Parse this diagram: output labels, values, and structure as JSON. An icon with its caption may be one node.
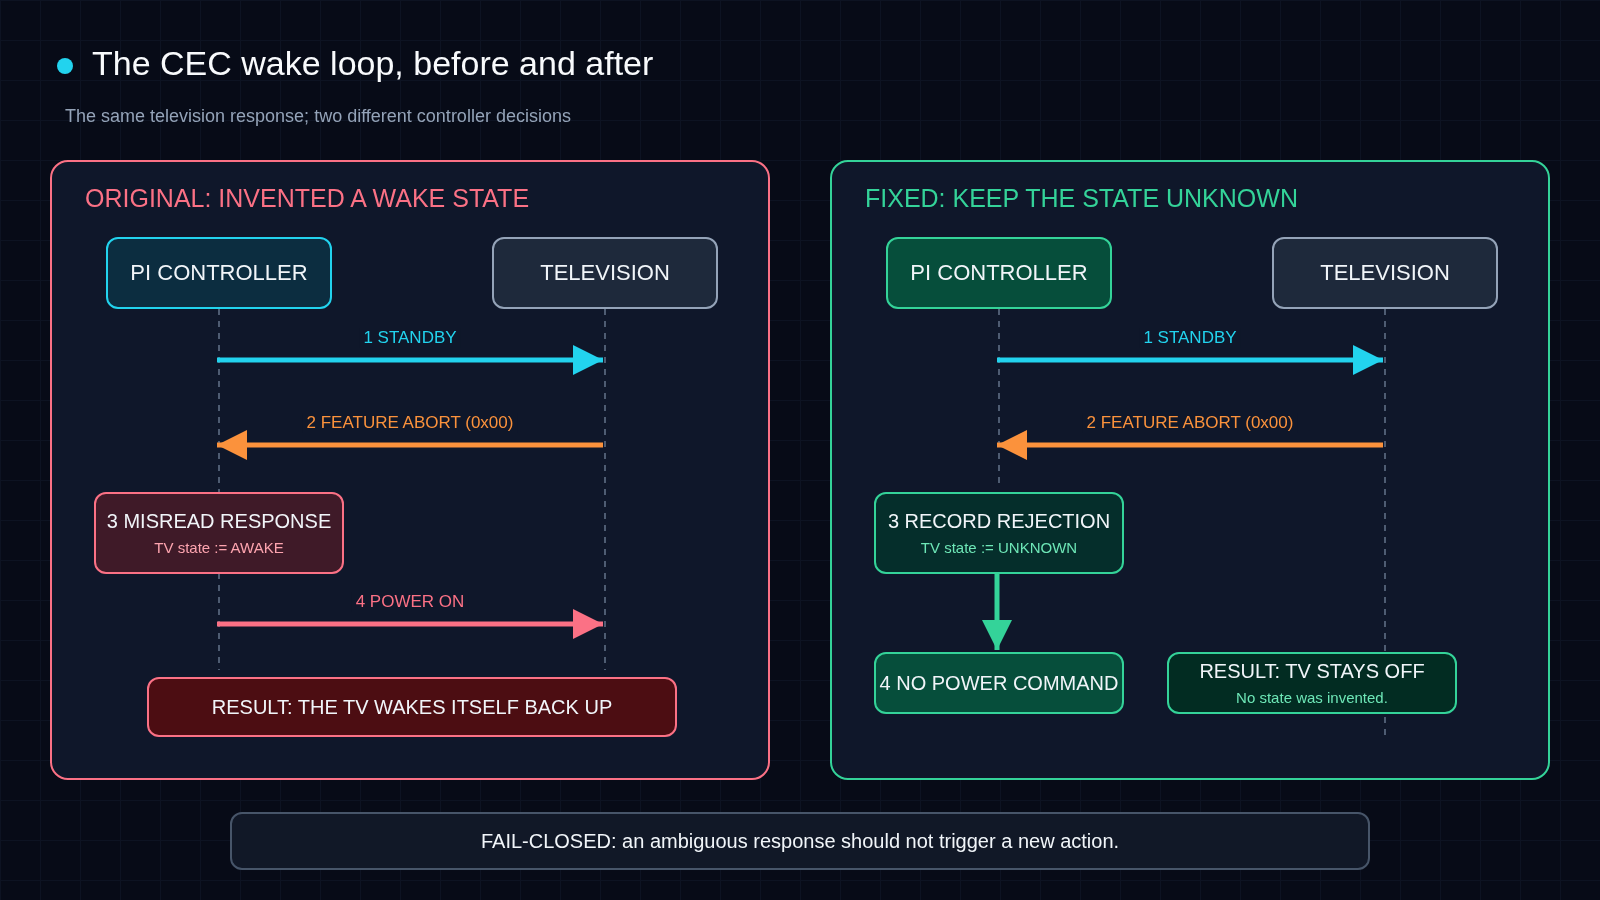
{
  "diagram": {
    "title": "The CEC wake loop, before and after",
    "caption": "The same television response; two different controller decisions",
    "nodes": [
      {
        "text": [
          "ORIGINAL: INVENTED A WAKE STATE"
        ]
      },
      {
        "text": [
          "PI CONTROLLER"
        ],
        "in": 0
      },
      {
        "text": [
          "TELEVISION"
        ],
        "in": 0
      },
      {
        "text": [
          "3 MISREAD RESPONSE",
          "TV state := AWAKE"
        ],
        "in": 0
      },
      {
        "text": [
          "RESULT: THE TV WAKES ITSELF BACK UP"
        ],
        "in": 0
      },
      {
        "text": [
          "FIXED: KEEP THE STATE UNKNOWN"
        ]
      },
      {
        "text": [
          "PI CONTROLLER"
        ],
        "in": 5
      },
      {
        "text": [
          "TELEVISION"
        ],
        "in": 5
      },
      {
        "text": [
          "3 RECORD REJECTION",
          "TV state := UNKNOWN"
        ],
        "in": 5
      },
      {
        "text": [
          "4 NO POWER COMMAND"
        ],
        "in": 5
      },
      {
        "text": [
          "RESULT: TV STAYS OFF",
          "No state was invented."
        ],
        "in": 5
      },
      {
        "text": [
          "FAIL-CLOSED: an ambiguous response should not trigger a new action."
        ]
      }
    ],
    "edges": [
      {
        "from": 1,
        "to": 2,
        "arrow": "to",
        "label": "1 STANDBY",
        "color": "#22d3ee"
      },
      {
        "from": 2,
        "to": 1,
        "arrow": "to",
        "label": "2 FEATURE ABORT (0x00)",
        "color": "#fb923c"
      },
      {
        "from": 1,
        "to": 2,
        "arrow": "to",
        "label": "4 POWER ON",
        "color": "#fb7185"
      },
      {
        "from": 6,
        "to": 7,
        "arrow": "to",
        "label": "1 STANDBY",
        "color": "#22d3ee"
      },
      {
        "from": 7,
        "to": 6,
        "arrow": "to",
        "label": "2 FEATURE ABORT (0x00)",
        "color": "#fb923c"
      },
      {
        "from": 8,
        "to": 9,
        "arrow": "to",
        "color": "#34d399"
      }
    ]
  }
}
